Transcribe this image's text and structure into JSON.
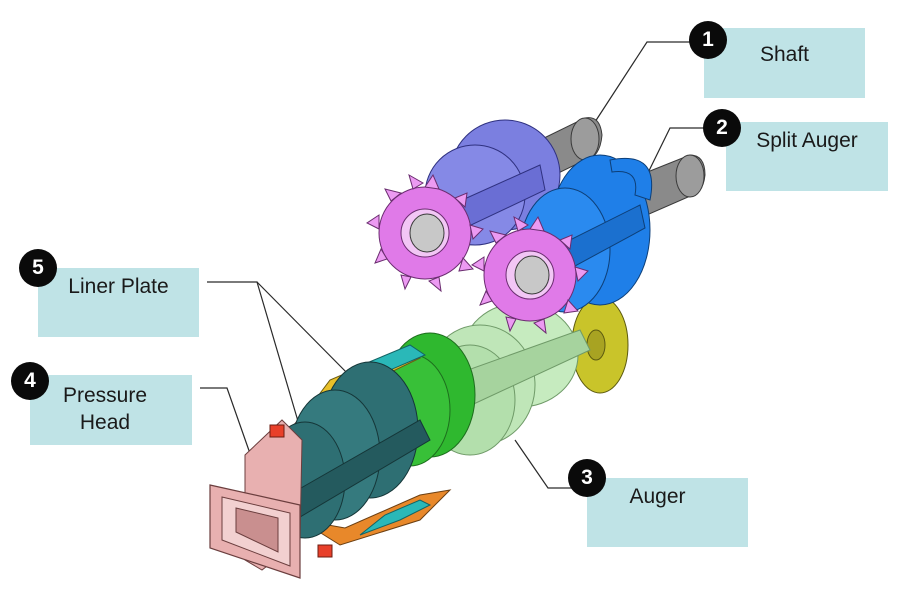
{
  "callouts": [
    {
      "number": "1",
      "label": "Shaft"
    },
    {
      "number": "2",
      "label": "Split Auger"
    },
    {
      "number": "3",
      "label": "Auger"
    },
    {
      "number": "4",
      "label": "Pressure\nHead"
    },
    {
      "number": "5",
      "label": "Liner Plate"
    }
  ],
  "colors": {
    "callout_box": "#bfe3e6",
    "badge": "#0a0a0a",
    "shaft": "#8a8a8a",
    "split_auger_left": "#7b7fe0",
    "split_auger_right": "#1f7fe8",
    "cutter_blades": "#e07ae8",
    "auger_main": "#2e6f73",
    "auger_green": "#2fb82f",
    "auger_light": "#bfe6b8",
    "end_plate": "#c9c42a",
    "pressure_head": "#e8b0b0",
    "liner_plates": [
      "#e8402a",
      "#e8c02a",
      "#2ab8b8",
      "#e8882a"
    ]
  }
}
